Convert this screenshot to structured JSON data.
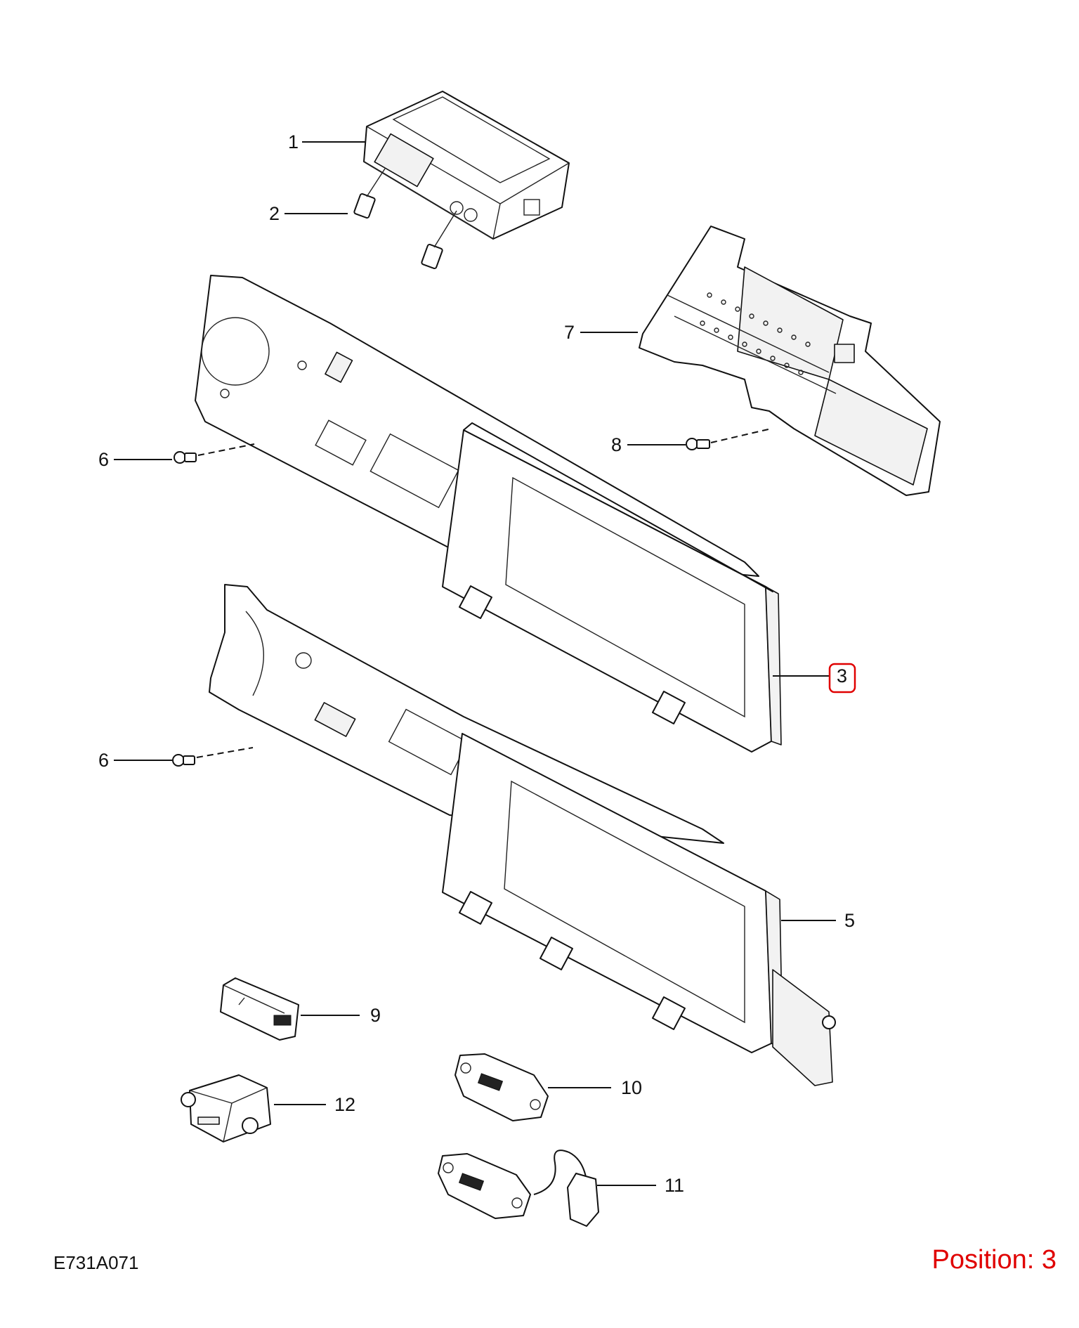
{
  "diagram": {
    "code": "E731A071",
    "position_text": "Position: 3",
    "highlight_color": "#e00000",
    "callouts": [
      {
        "id": "c1",
        "label": "1"
      },
      {
        "id": "c2",
        "label": "2"
      },
      {
        "id": "c3",
        "label": "3",
        "highlighted": true
      },
      {
        "id": "c5",
        "label": "5"
      },
      {
        "id": "c6a",
        "label": "6"
      },
      {
        "id": "c6b",
        "label": "6"
      },
      {
        "id": "c7",
        "label": "7"
      },
      {
        "id": "c8",
        "label": "8"
      },
      {
        "id": "c9",
        "label": "9"
      },
      {
        "id": "c10",
        "label": "10"
      },
      {
        "id": "c11",
        "label": "11"
      },
      {
        "id": "c12",
        "label": "12"
      }
    ]
  }
}
